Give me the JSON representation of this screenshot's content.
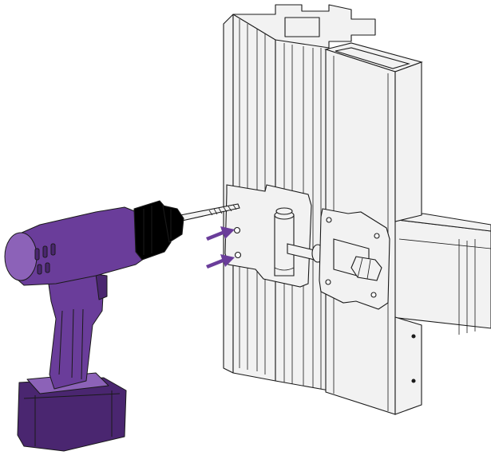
{
  "illustration": {
    "colors": {
      "background": "#ffffff",
      "line": "#1a1a1a",
      "metal": "#f2f2f2",
      "metal_shade": "#dedede",
      "tool": "#6a3d9a",
      "tool_dark": "#4a2670",
      "tool_light": "#8c62b8",
      "arrow": "#6a3d9a"
    },
    "objects": [
      "cordless-drill-icon",
      "aluminium-extrusion-post",
      "bracket-plate",
      "hinge-pin",
      "bolt-and-nut",
      "crossbar-tube"
    ],
    "arrow_count": 2,
    "hole_count": 2
  }
}
